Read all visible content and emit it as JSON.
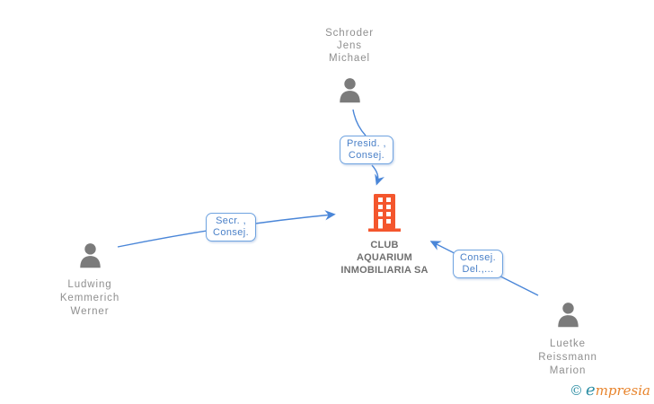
{
  "company": {
    "lines": [
      "CLUB",
      "AQUARIUM",
      "INMOBILIARIA SA"
    ]
  },
  "people": {
    "top": {
      "lines": [
        "Schroder",
        "Jens",
        "Michael"
      ]
    },
    "left": {
      "lines": [
        "Ludwing",
        "Kemmerich",
        "Werner"
      ]
    },
    "right": {
      "lines": [
        "Luetke",
        "Reissmann",
        "Marion"
      ]
    }
  },
  "labels": {
    "president": {
      "lines": [
        "Presid. ,",
        "Consej."
      ]
    },
    "secretary": {
      "lines": [
        "Secr. ,",
        "Consej."
      ]
    },
    "consejero": {
      "lines": [
        "Consej.",
        "Del.,..."
      ]
    }
  },
  "watermark": {
    "copyright": "©",
    "brand_e": "e",
    "brand_rest": "mpresia"
  },
  "colors": {
    "edge": "#4a86d8",
    "edge-label-text": "#4a80c8",
    "edge-label-border": "#6fa3e0",
    "person-icon": "#7b7b7b",
    "person-name": "#8f8f8f",
    "company-icon": "#f4562d",
    "company-name": "#6f6f6f",
    "wm-teal": "#2e8fa5",
    "wm-orange": "#e8852e"
  }
}
